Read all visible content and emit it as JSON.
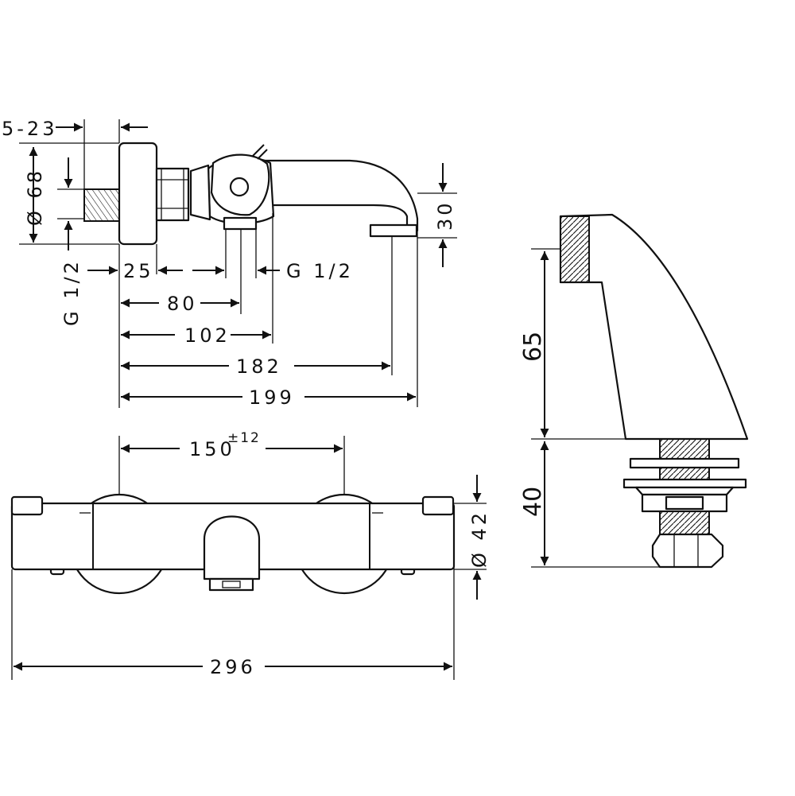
{
  "side_view": {
    "dims": {
      "wall_offset": "5-23",
      "diameter": "Ø 68",
      "connector": "G 1/2",
      "connector_right": "G 1/2",
      "d25": "25",
      "d80": "80",
      "d102": "102",
      "d182": "182",
      "d199": "199",
      "spout_height": "30"
    }
  },
  "front_view": {
    "dims": {
      "centre_distance": "150",
      "centre_tolerance": "±12",
      "body_diameter": "Ø 42",
      "total_width": "296"
    }
  },
  "detail_view": {
    "dims": {
      "upper": "65",
      "lower": "40"
    }
  }
}
